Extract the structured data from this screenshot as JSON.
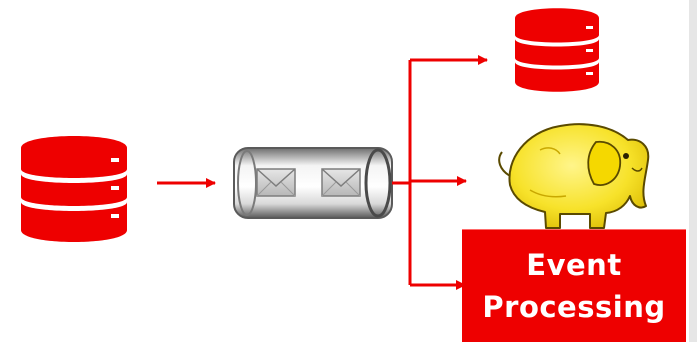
{
  "nodes": {
    "source_database": {
      "icon": "database-icon"
    },
    "message_queue": {
      "icon": "message-queue-icon",
      "message_count": 2
    },
    "target_database": {
      "icon": "database-icon"
    },
    "hadoop": {
      "icon": "hadoop-elephant-icon"
    },
    "event_processing": {
      "line1": "Event",
      "line2": "Processing"
    }
  },
  "colors": {
    "accent_red": "#ee0000",
    "elephant_yellow": "#f7e22a",
    "queue_gray": "#8a8a8a"
  }
}
